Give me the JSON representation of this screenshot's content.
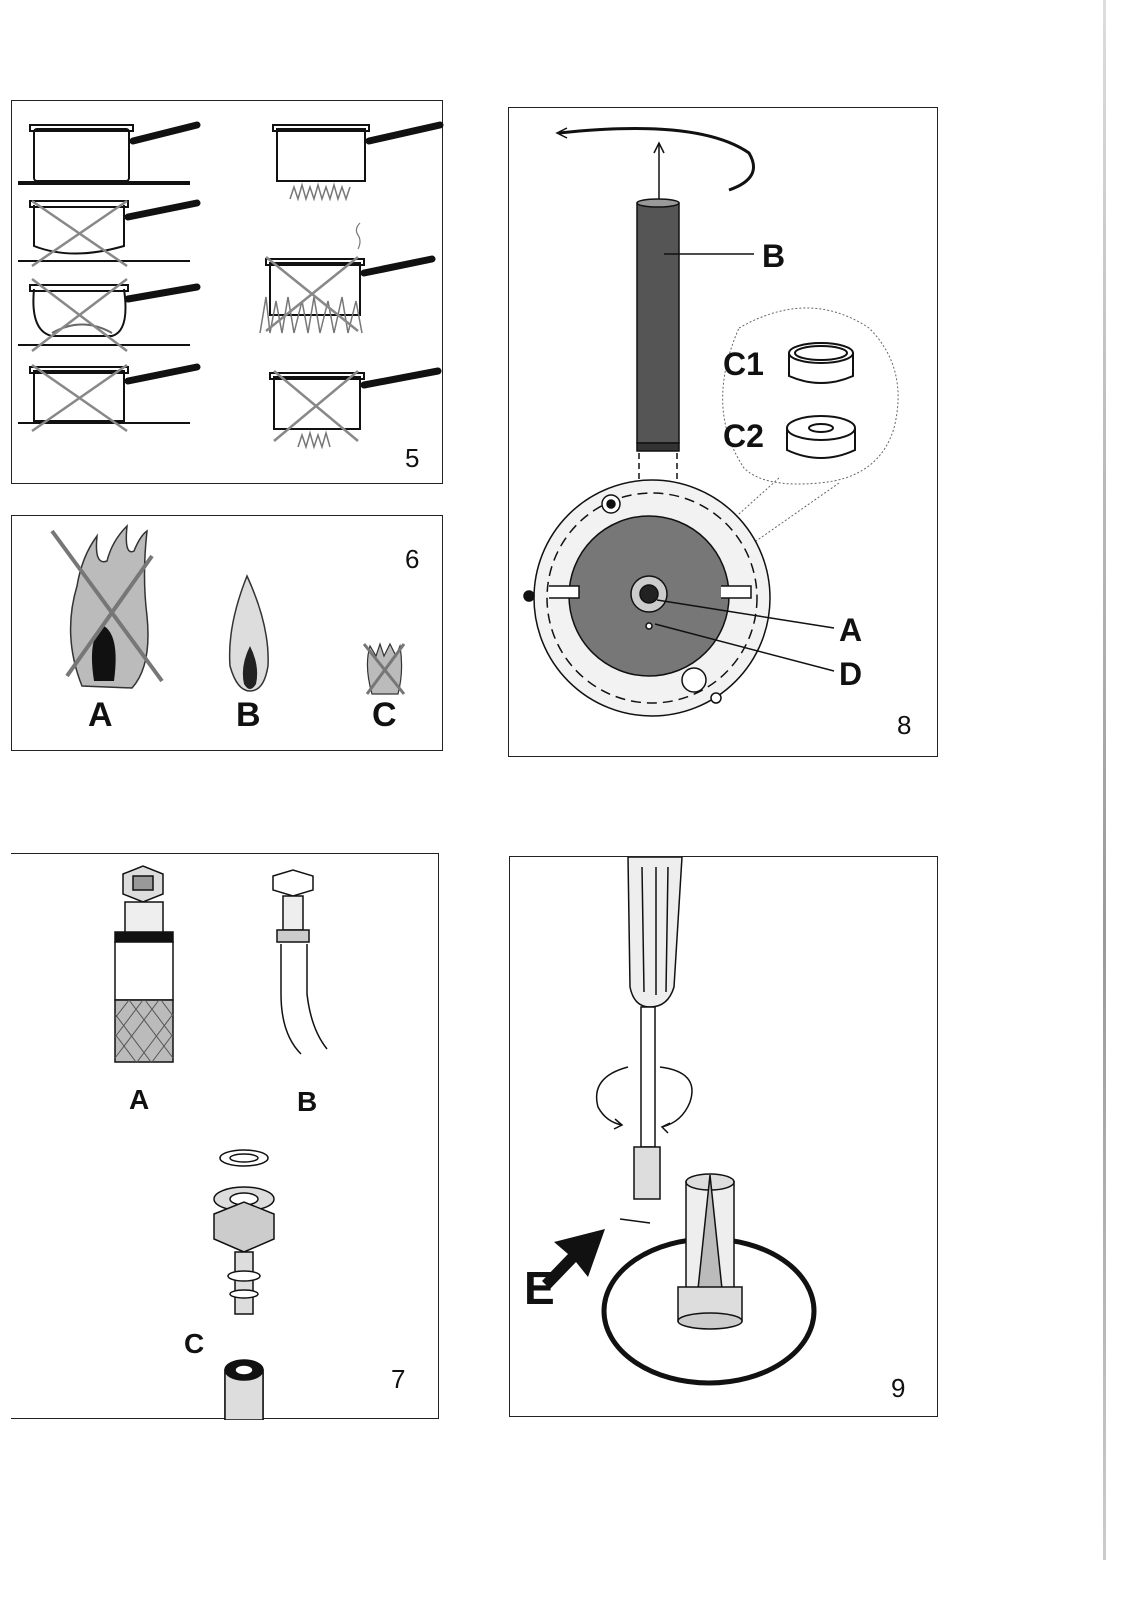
{
  "figures": [
    {
      "number": "5"
    },
    {
      "number": "6",
      "labels": [
        "A",
        "B",
        "C"
      ]
    },
    {
      "number": "7",
      "labels": [
        "A",
        "B",
        "C"
      ]
    },
    {
      "number": "8",
      "labels": [
        "B",
        "C1",
        "C2",
        "A",
        "D"
      ]
    },
    {
      "number": "9",
      "labels": [
        "E"
      ]
    }
  ]
}
